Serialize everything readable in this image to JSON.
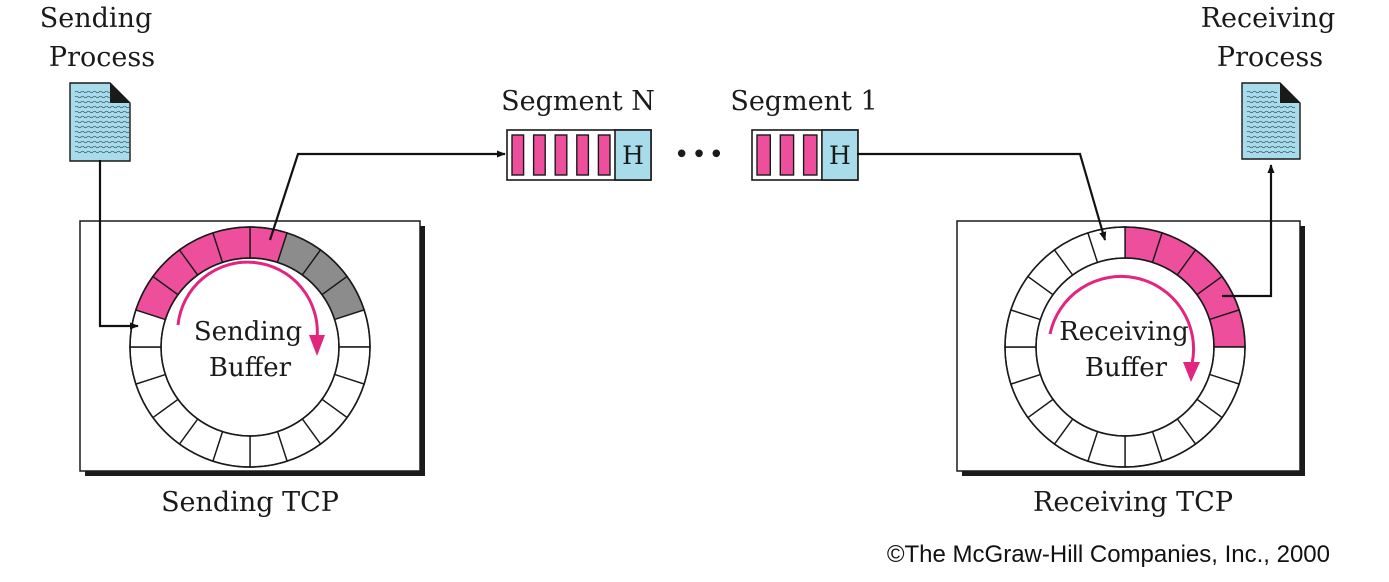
{
  "sender": {
    "process_label": [
      "Sending",
      "Process"
    ],
    "buffer_label": [
      "Sending",
      "Buffer"
    ],
    "tcp_label": "Sending TCP"
  },
  "receiver": {
    "process_label": [
      "Receiving",
      "Process"
    ],
    "buffer_label": [
      "Receiving",
      "Buffer"
    ],
    "tcp_label": "Receiving TCP"
  },
  "segments": {
    "first_label": "Segment N",
    "last_label": "Segment 1",
    "header_letter": "H",
    "ellipsis": "•••"
  },
  "copyright": "©The McGraw-Hill Companies, Inc., 2000",
  "colors": {
    "data_pink": "#ee4f9c",
    "sent_gray": "#8c8c8c",
    "header_blue": "#a9dcea",
    "doc_blue": "#a9dcea",
    "arrow_magenta": "#e0267f"
  }
}
